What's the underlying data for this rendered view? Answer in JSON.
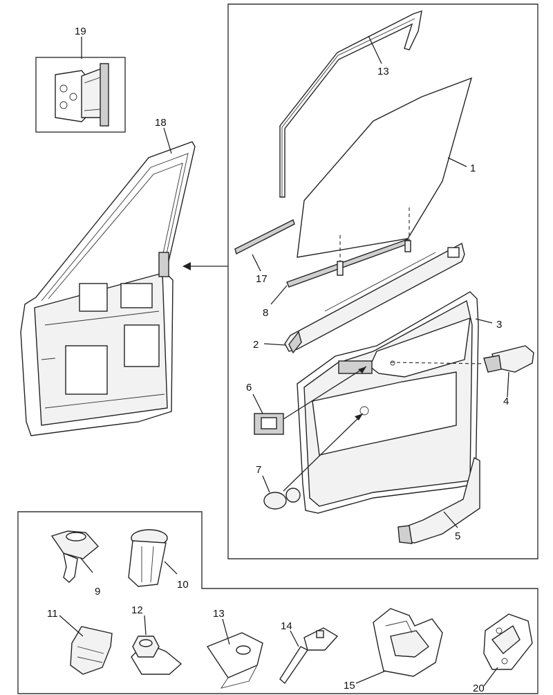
{
  "callouts": {
    "c1": "1",
    "c2": "2",
    "c3": "3",
    "c4": "4",
    "c5": "5",
    "c6": "6",
    "c7": "7",
    "c8": "8",
    "c9": "9",
    "c10": "10",
    "c11": "11",
    "c12": "12",
    "c13a": "13",
    "c13b": "13",
    "c14": "14",
    "c15": "15",
    "c17": "17",
    "c18": "18",
    "c19": "19",
    "c20": "20"
  }
}
